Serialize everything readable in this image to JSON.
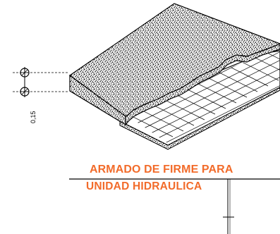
{
  "dimension": {
    "thickness": "0,15"
  },
  "title": {
    "line1": "ARMADO DE FIRME PARA",
    "line2": "UNIDAD HIDRAULICA"
  },
  "colors": {
    "title": "#f26b2a",
    "ink": "#000000"
  }
}
